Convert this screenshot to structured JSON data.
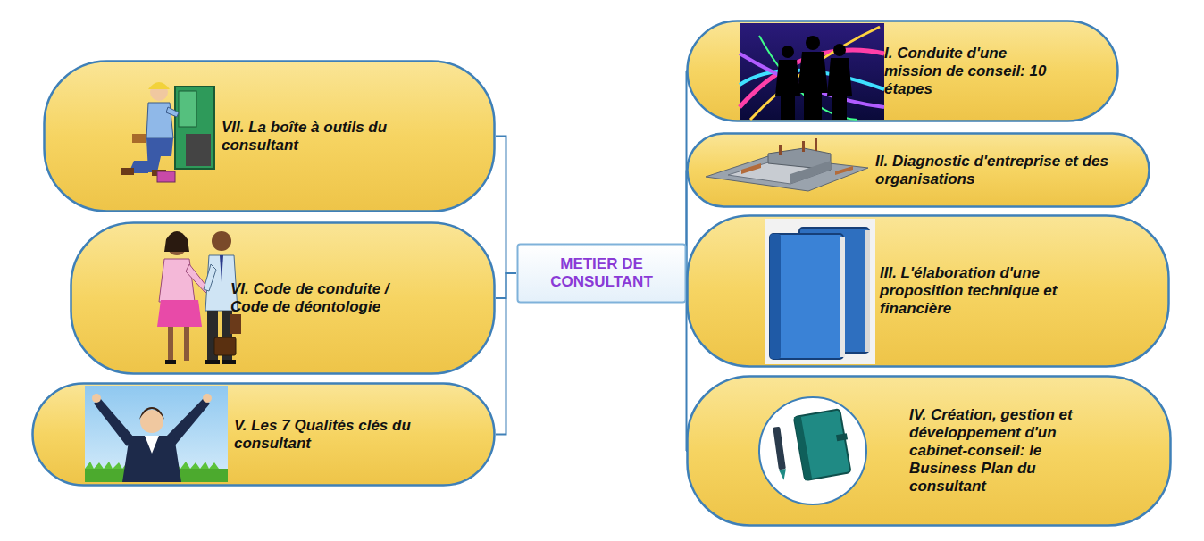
{
  "diagram": {
    "nodes": [
      {
        "text": [
          "METIER DE CONSULTANT"
        ]
      },
      {
        "text": [
          "I. Conduite d'une mission de conseil: 10 étapes"
        ]
      },
      {
        "text": [
          "II. Diagnostic d'entreprise et des organisations"
        ]
      },
      {
        "text": [
          "III. L'élaboration d'une proposition technique et financière"
        ]
      },
      {
        "text": [
          "IV. Création, gestion et développement d'un cabinet-conseil: le Business Plan du consultant"
        ]
      },
      {
        "text": [
          "V. Les 7 Qualités clés du consultant"
        ]
      },
      {
        "text": [
          "VI. Code de conduite / Code de déontologie"
        ]
      },
      {
        "text": [
          "VII. La boîte à outils du consultant"
        ]
      }
    ],
    "edges": [
      {
        "from": 0,
        "to": 1,
        "arrow": "none"
      },
      {
        "from": 0,
        "to": 2,
        "arrow": "none"
      },
      {
        "from": 0,
        "to": 3,
        "arrow": "none"
      },
      {
        "from": 0,
        "to": 4,
        "arrow": "none"
      },
      {
        "from": 0,
        "to": 5,
        "arrow": "none"
      },
      {
        "from": 0,
        "to": 6,
        "arrow": "none"
      },
      {
        "from": 0,
        "to": 7,
        "arrow": "none"
      }
    ]
  }
}
